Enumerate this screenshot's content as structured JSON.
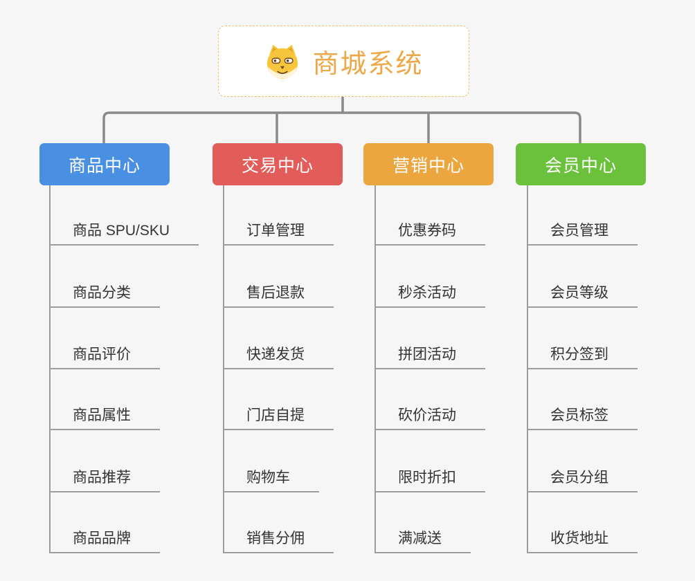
{
  "root": {
    "title": "商城系统",
    "title_color": "#eda849",
    "border_color": "#f2bd6b",
    "icon": "shiba-dog-icon"
  },
  "connector_color": "#8a8a8a",
  "underline_color": "#9c9c9c",
  "branches": [
    {
      "label": "商品中心",
      "color": "#4a90e2",
      "items": [
        "商品 SPU/SKU",
        "商品分类",
        "商品评价",
        "商品属性",
        "商品推荐",
        "商品品牌"
      ]
    },
    {
      "label": "交易中心",
      "color": "#e25c5a",
      "items": [
        "订单管理",
        "售后退款",
        "快递发货",
        "门店自提",
        "购物车",
        "销售分佣"
      ]
    },
    {
      "label": "营销中心",
      "color": "#eca63f",
      "items": [
        "优惠券码",
        "秒杀活动",
        "拼团活动",
        "砍价活动",
        "限时折扣",
        "满减送"
      ]
    },
    {
      "label": "会员中心",
      "color": "#6cc13c",
      "items": [
        "会员管理",
        "会员等级",
        "积分签到",
        "会员标签",
        "会员分组",
        "收货地址"
      ]
    }
  ]
}
